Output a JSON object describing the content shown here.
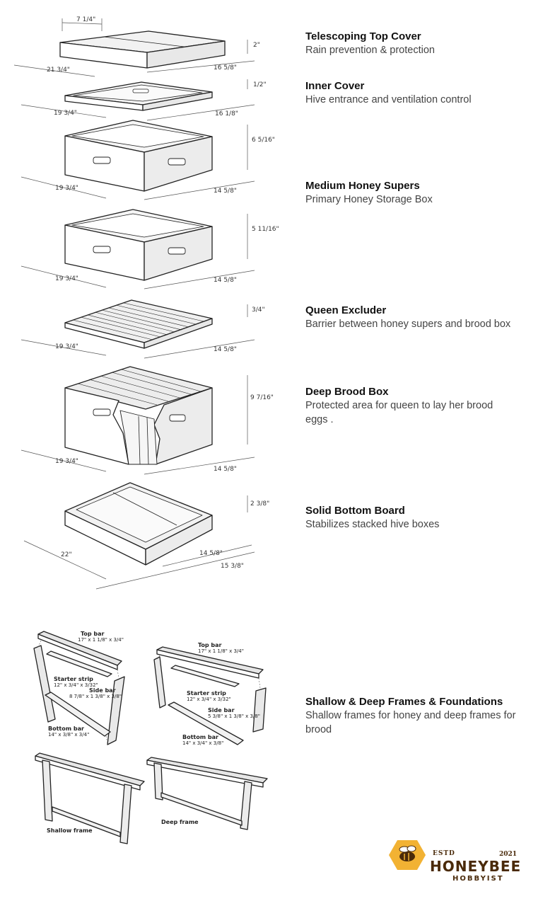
{
  "components": [
    {
      "title": "Telescoping Top Cover",
      "description": "Rain prevention & protection"
    },
    {
      "title": "Inner Cover",
      "description": "Hive entrance and ventilation control"
    },
    {
      "title": "Medium Honey Supers",
      "description": "Primary Honey Storage Box"
    },
    {
      "title": "Queen Excluder",
      "description": "Barrier between honey supers and brood box"
    },
    {
      "title": "Deep Brood Box",
      "description": "Protected area for queen to lay her brood eggs ."
    },
    {
      "title": "Solid Bottom Board",
      "description": "Stabilizes stacked hive boxes"
    },
    {
      "title": "Shallow & Deep Frames & Foundations",
      "description": "Shallow frames for honey and deep frames for brood"
    }
  ],
  "dimensions": {
    "top_cover": {
      "width": "7 1/4\"",
      "height": "2\"",
      "length": "21 3/4\"",
      "depth": "16 5/8\""
    },
    "inner_cover": {
      "height": "1/2\"",
      "length": "19 3/4\"",
      "depth": "16 1/8\""
    },
    "super_1": {
      "height": "6 5/16\"",
      "length": "19 3/4\"",
      "depth": "14 5/8\""
    },
    "super_2": {
      "height": "5 11/16\"",
      "length": "19 3/4\"",
      "depth": "14 5/8\""
    },
    "excluder": {
      "height": "3/4\"",
      "length": "19 3/4\"",
      "depth": "14 5/8\""
    },
    "brood": {
      "height": "9 7/16\"",
      "length": "19 3/4\"",
      "depth": "14 5/8\""
    },
    "bottom": {
      "height": "2 3/8\"",
      "length": "22\"",
      "depth": "14 5/8\"",
      "depth2": "15 3/8\""
    }
  },
  "frames": {
    "left": {
      "top_bar": "Top bar",
      "top_bar_dim": "17\" x 1 1/8\" x 3/4\"",
      "starter_strip": "Starter strip",
      "starter_strip_dim": "12\" x 3/4\" x 3/32\"",
      "side_bar": "Side bar",
      "side_bar_dim": "8 7/8\" x 1 3/8\" x 3/8\"",
      "bottom_bar": "Bottom bar",
      "bottom_bar_dim": "14\" x 3/8\" x 3/4\"",
      "frame_label": "Shallow frame"
    },
    "right": {
      "top_bar": "Top bar",
      "top_bar_dim": "17\" x 1 1/8\" x 3/4\"",
      "starter_strip": "Starter strip",
      "starter_strip_dim": "12\" x 3/4\" x 3/32\"",
      "side_bar": "Side bar",
      "side_bar_dim": "5 3/8\" x 1 3/8\" x 3/8\"",
      "bottom_bar": "Bottom bar",
      "bottom_bar_dim": "14\" x 3/4\" x 3/8\"",
      "frame_label": "Deep frame"
    }
  },
  "logo": {
    "estd": "ESTD",
    "year": "2021",
    "name": "HONEYBEE",
    "sub": "HOBBYIST",
    "color": "#f2b233",
    "text_color": "#4a2a0a"
  }
}
